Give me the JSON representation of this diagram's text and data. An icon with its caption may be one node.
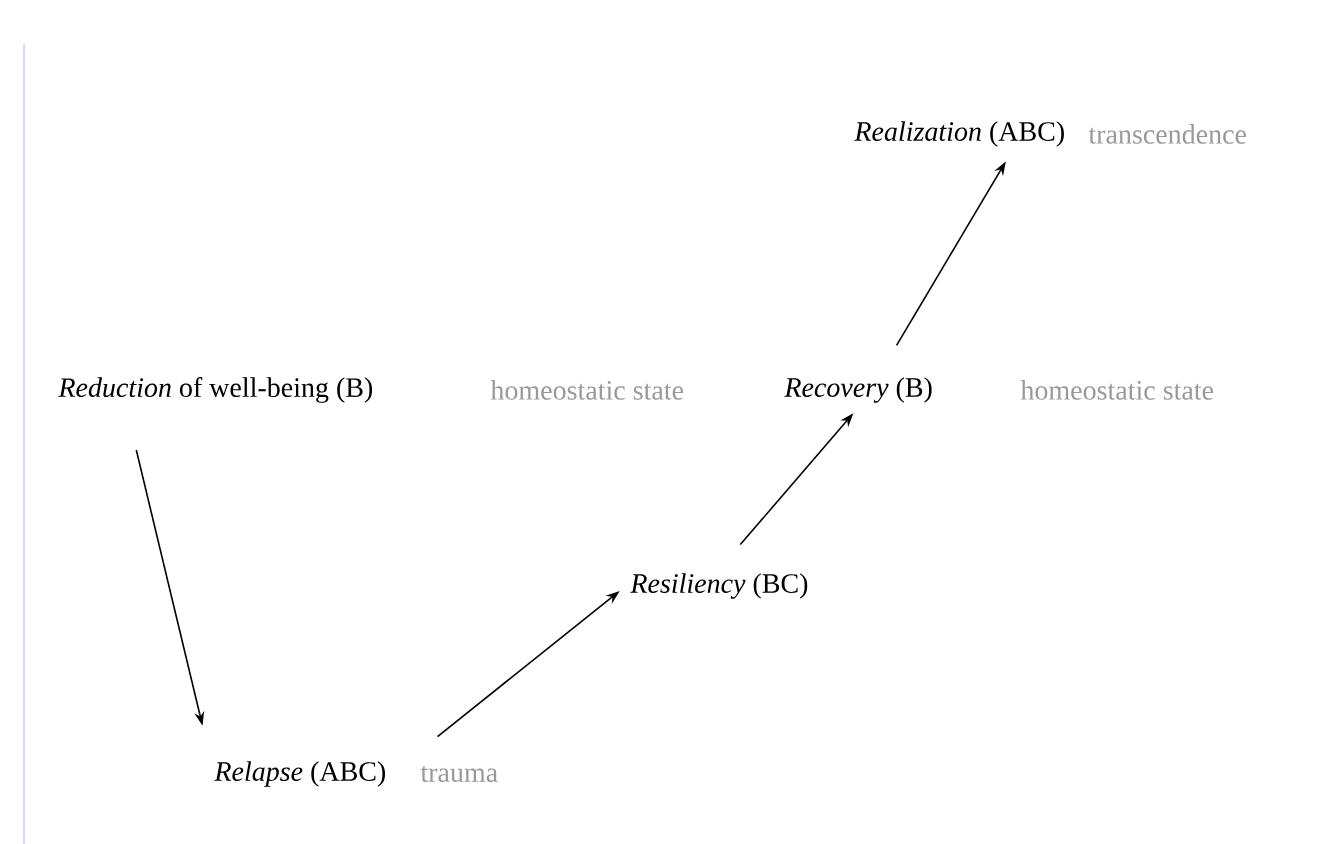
{
  "diagram": {
    "nodes": [
      {
        "text": [
          "*Reduction* of well-being (B)"
        ]
      },
      {
        "text": [
          "*Relapse* (ABC)"
        ],
        "beside": [
          "trauma"
        ]
      },
      {
        "text": [
          "*Resiliency* (BC)"
        ]
      },
      {
        "text": [
          "*Recovery* (B)"
        ],
        "beside": [
          "homeostatic state"
        ]
      },
      {
        "text": [
          "*Realization* (ABC)"
        ],
        "beside": [
          "transcendence"
        ]
      }
    ],
    "edges": [
      {
        "from": 0,
        "to": 1,
        "arrow": "to"
      },
      {
        "from": 1,
        "to": 2,
        "arrow": "to"
      },
      {
        "from": 2,
        "to": 3,
        "arrow": "to"
      },
      {
        "from": 3,
        "to": 4,
        "arrow": "to"
      }
    ],
    "labels": [
      "homeostatic state"
    ]
  }
}
